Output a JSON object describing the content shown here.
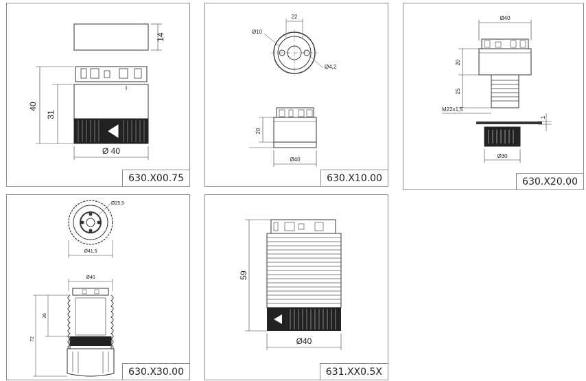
{
  "panels": [
    {
      "code": "630.X00.75",
      "dims": {
        "cap_height": "14",
        "total_height": "40",
        "body_height": "31",
        "diameter": "Ø 40"
      }
    },
    {
      "code": "630.X10.00",
      "dims": {
        "top_width": "22",
        "hole": "Ø10",
        "pin": "Ø4,2",
        "height": "20",
        "diameter": "Ø40"
      }
    },
    {
      "code": "630.X20.00",
      "dims": {
        "diameter_top": "Ø40",
        "height_upper": "20",
        "height_lower": "25",
        "thread": "M22x1,5",
        "plate": "1",
        "nut_diameter": "Ø30"
      }
    },
    {
      "code": "630.X30.00",
      "dims": {
        "inner_diameter": "Ø25,5",
        "outer_diameter": "Ø41,5",
        "diameter_top": "Ø40",
        "height_upper": "36",
        "total_height": "72"
      }
    },
    {
      "code": "631.XX0.5X",
      "dims": {
        "height": "59",
        "diameter": "Ø40"
      }
    }
  ]
}
